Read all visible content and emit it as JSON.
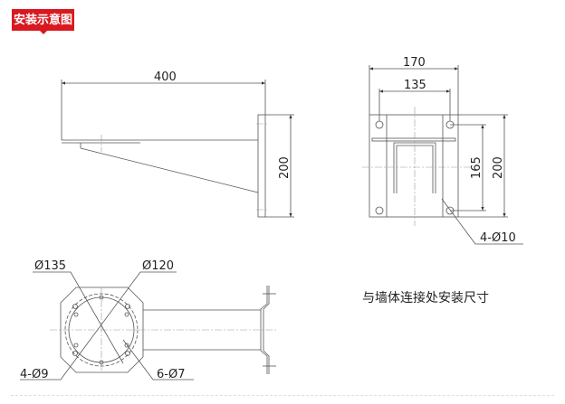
{
  "header": {
    "tab_label": "安装示意图",
    "accent_color": "#d9181f"
  },
  "side_view": {
    "length_dim": "400",
    "height_dim": "200"
  },
  "front_view": {
    "width_dim": "170",
    "hole_spacing_dim": "135",
    "hole_vertical_dim": "165",
    "height_dim": "200",
    "hole_label": "4-Ø10"
  },
  "bottom_view": {
    "outer_diameter": "Ø135",
    "inner_diameter": "Ø120",
    "large_holes": "4-Ø9",
    "small_holes": "6-Ø7"
  },
  "caption": "与墙体连接处安装尺寸"
}
